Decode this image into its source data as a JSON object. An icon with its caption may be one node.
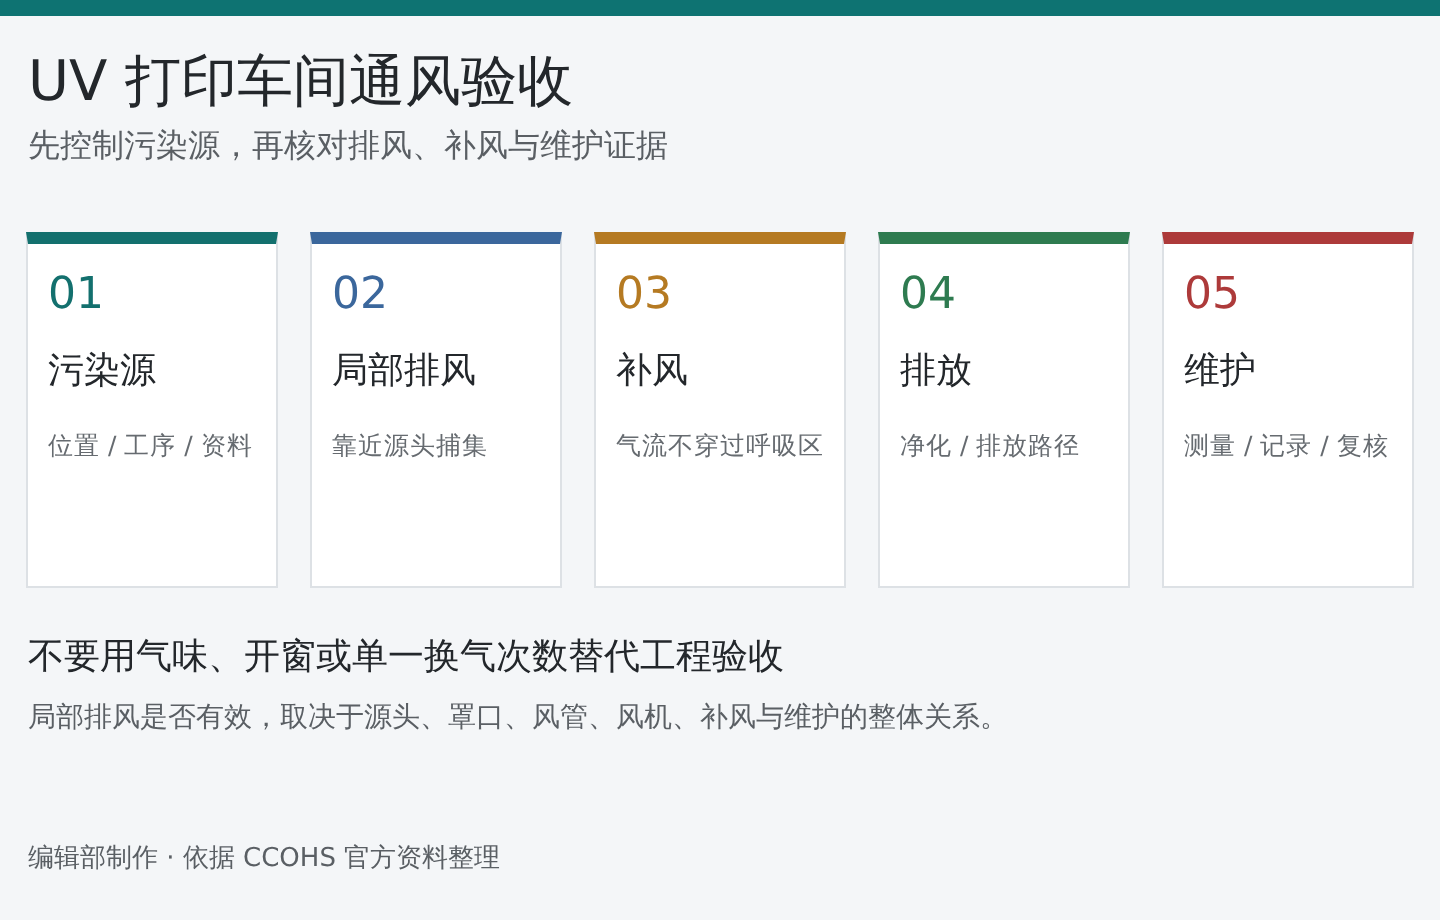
{
  "diagram": {
    "title": "UV 打印车间通风验收",
    "nodes": [
      {
        "text": [
          "01",
          "污染源",
          "位置 / 工序 / 资料"
        ]
      },
      {
        "text": [
          "02",
          "局部排风",
          "靠近源头捕集"
        ]
      },
      {
        "text": [
          "03",
          "补风",
          "气流不穿过呼吸区"
        ]
      },
      {
        "text": [
          "04",
          "排放",
          "净化 / 排放路径"
        ]
      },
      {
        "text": [
          "05",
          "维护",
          "测量 / 记录 / 复核"
        ]
      }
    ],
    "labels": [
      "先控制污染源，再核对排风、补风与维护证据",
      "不要用气味、开窗或单一换气次数替代工程验收",
      "局部排风是否有效，取决于源头、罩口、风管、风机、补风与维护的整体关系。",
      "编辑部制作 · 依据 CCOHS 官方资料整理"
    ]
  }
}
